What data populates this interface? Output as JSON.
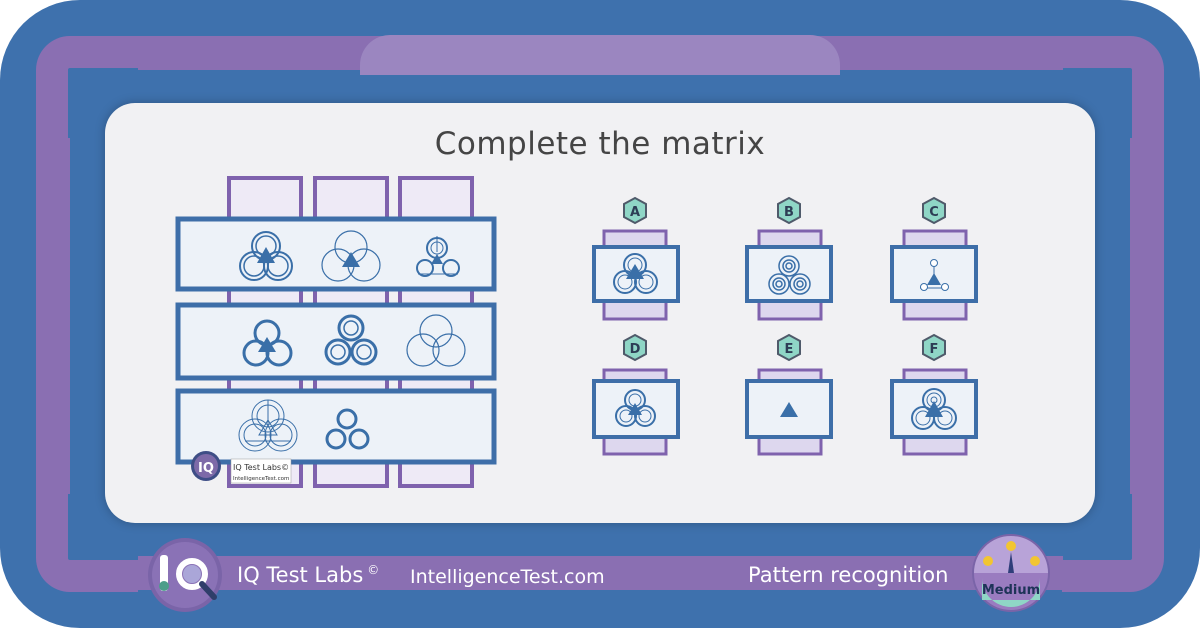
{
  "puzzle": {
    "title": "Complete the matrix",
    "options": [
      "A",
      "B",
      "C",
      "D",
      "E",
      "F"
    ]
  },
  "watermark": {
    "brand": "IQ Test Labs©",
    "site": "IntelligenceTest.com"
  },
  "footer": {
    "logo_letters": "IQ",
    "brand": "IQ Test Labs",
    "copyright": "©",
    "site": "IntelligenceTest.com",
    "category": "Pattern recognition",
    "difficulty": "Medium"
  },
  "colors": {
    "frame_blue": "#3e71ad",
    "accent_purple": "#8a6fb2",
    "symbol_blue": "#3a6fa8",
    "badge_teal": "#8fd6c6"
  }
}
